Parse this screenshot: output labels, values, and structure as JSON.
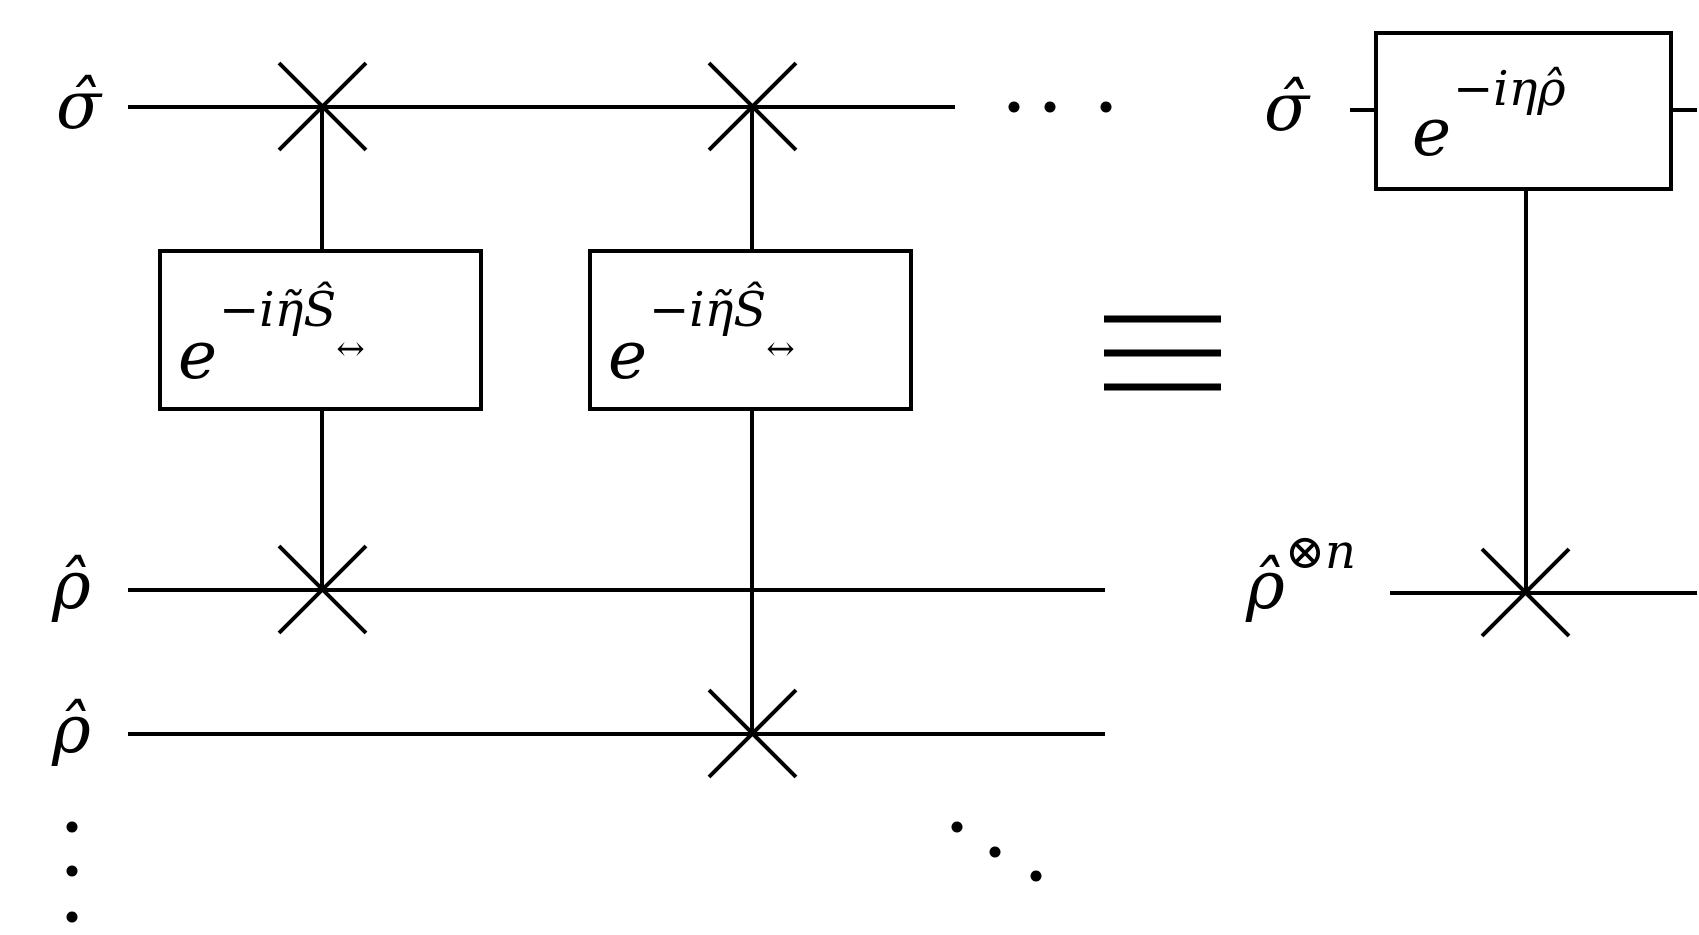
{
  "labels": {
    "sigma_left": "σ̂",
    "rho_1": "ρ̂",
    "rho_2": "ρ̂",
    "sigma_right": "σ̂",
    "rho_tensor_base": "ρ̂",
    "rho_tensor_sup": "⊗n"
  },
  "gates": {
    "gate_1": {
      "base": "e",
      "sup": "−iη̃Ŝ",
      "sub": "↔"
    },
    "gate_2": {
      "base": "e",
      "sup": "−iη̃Ŝ",
      "sub": "↔"
    },
    "gate_right": {
      "base": "e",
      "sup": "−iηρ̂"
    }
  },
  "equivalence_symbol": "≡"
}
